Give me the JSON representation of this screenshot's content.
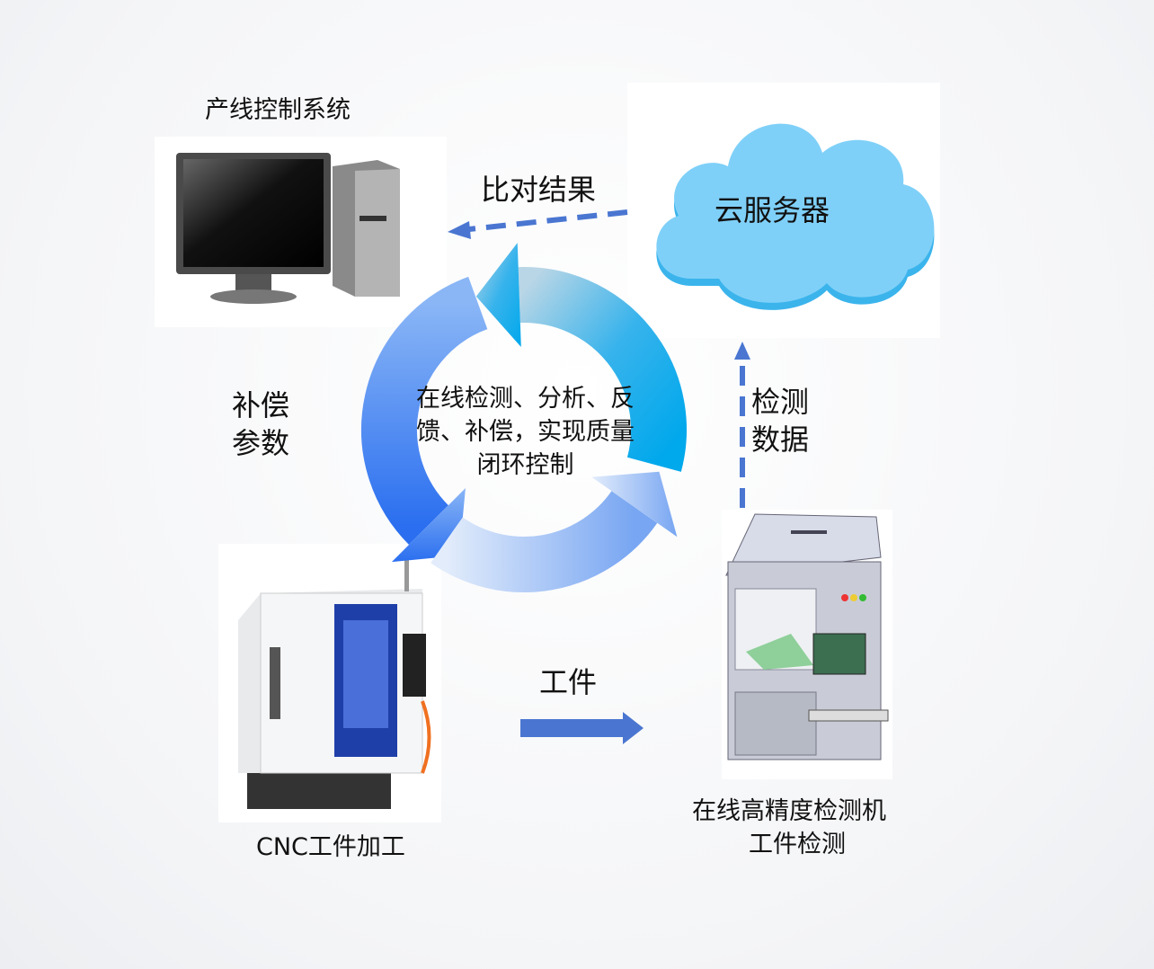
{
  "labels": {
    "control_system": "产线控制系统",
    "compare_result": "比对结果",
    "cloud_server": "云服务器",
    "compensation_params": [
      "补偿",
      "参数"
    ],
    "center": "在线检测、分析、反馈、补偿，实现质量闭环控制",
    "detection_data": [
      "检测",
      "数据"
    ],
    "workpiece": "工件",
    "cnc": "CNC工件加工",
    "inspection_machine": [
      "在线高精度检测机",
      "工件检测"
    ]
  },
  "colors": {
    "arrow": "#4a76d1",
    "cloud": "#7fd0f8",
    "cloud_shadow": "#3bb4ec"
  }
}
